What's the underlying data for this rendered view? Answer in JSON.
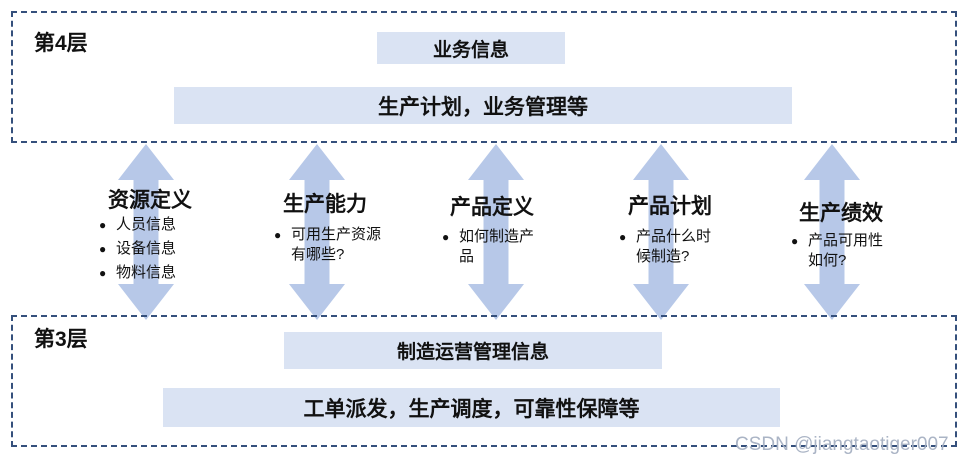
{
  "glyphs": {
    "bullet": "●"
  },
  "colors": {
    "box_fill": "#dae3f3",
    "arrow_fill": "#b7c8e8",
    "dashed_border": "#35507c",
    "watermark_text": "#a6b0c2"
  },
  "layer4": {
    "label": "第4层",
    "info_box": "业务信息",
    "desc_box": "生产计划，业务管理等"
  },
  "layer3": {
    "label": "第3层",
    "info_box": "制造运营管理信息",
    "desc_box": "工单派发，生产调度，可靠性保障等"
  },
  "columns": [
    {
      "title": "资源定义",
      "bullets": [
        "人员信息",
        "设备信息",
        "物料信息"
      ]
    },
    {
      "title": "生产能力",
      "bullets": [
        "可用生产资源\n有哪些?"
      ]
    },
    {
      "title": "产品定义",
      "bullets": [
        "如何制造产\n品"
      ]
    },
    {
      "title": "产品计划",
      "bullets": [
        "产品什么时\n候制造?"
      ]
    },
    {
      "title": "生产绩效",
      "bullets": [
        "产品可用性\n如何?"
      ]
    }
  ],
  "watermark": "CSDN @jiangtaotiger007"
}
